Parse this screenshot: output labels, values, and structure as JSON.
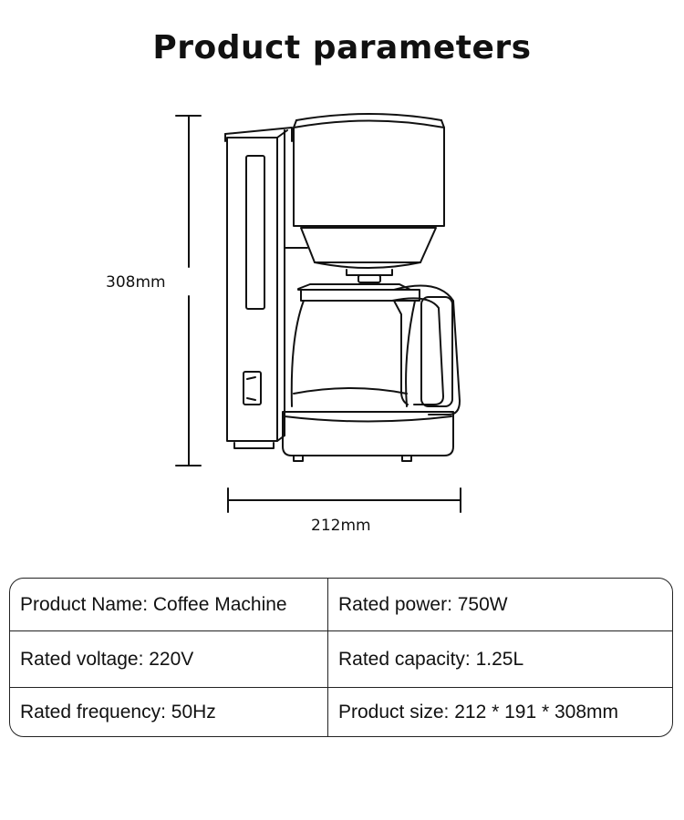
{
  "title": "Product parameters",
  "dimensions": {
    "height": "308mm",
    "width": "212mm"
  },
  "image": {
    "subject": "coffee-machine-line-drawing"
  },
  "specs": [
    [
      "Product Name: Coffee Machine",
      "Rated power: 750W"
    ],
    [
      "Rated voltage: 220V",
      "Rated capacity: 1.25L"
    ],
    [
      "Rated frequency: 50Hz",
      "Product size: 212 * 191 * 308mm"
    ]
  ]
}
